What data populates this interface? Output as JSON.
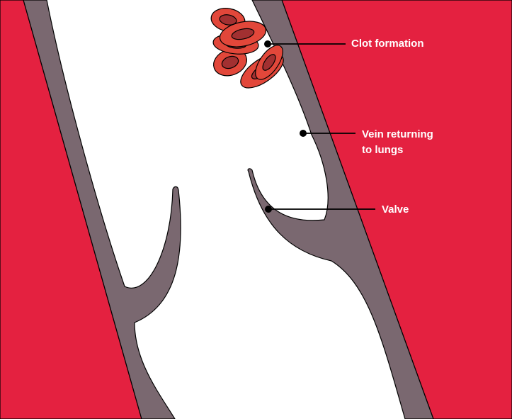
{
  "labels": {
    "clot": "Clot formation",
    "vein": "Vein returning\nto lungs",
    "valve": "Valve"
  },
  "colors": {
    "tissue": "#E42140",
    "vein_wall": "#7A6870",
    "outline": "#000000",
    "background": "#FFFFFF",
    "rbc_outer": "#E2473A",
    "rbc_inner": "#A23031",
    "label_text": "#FFFFFF"
  }
}
